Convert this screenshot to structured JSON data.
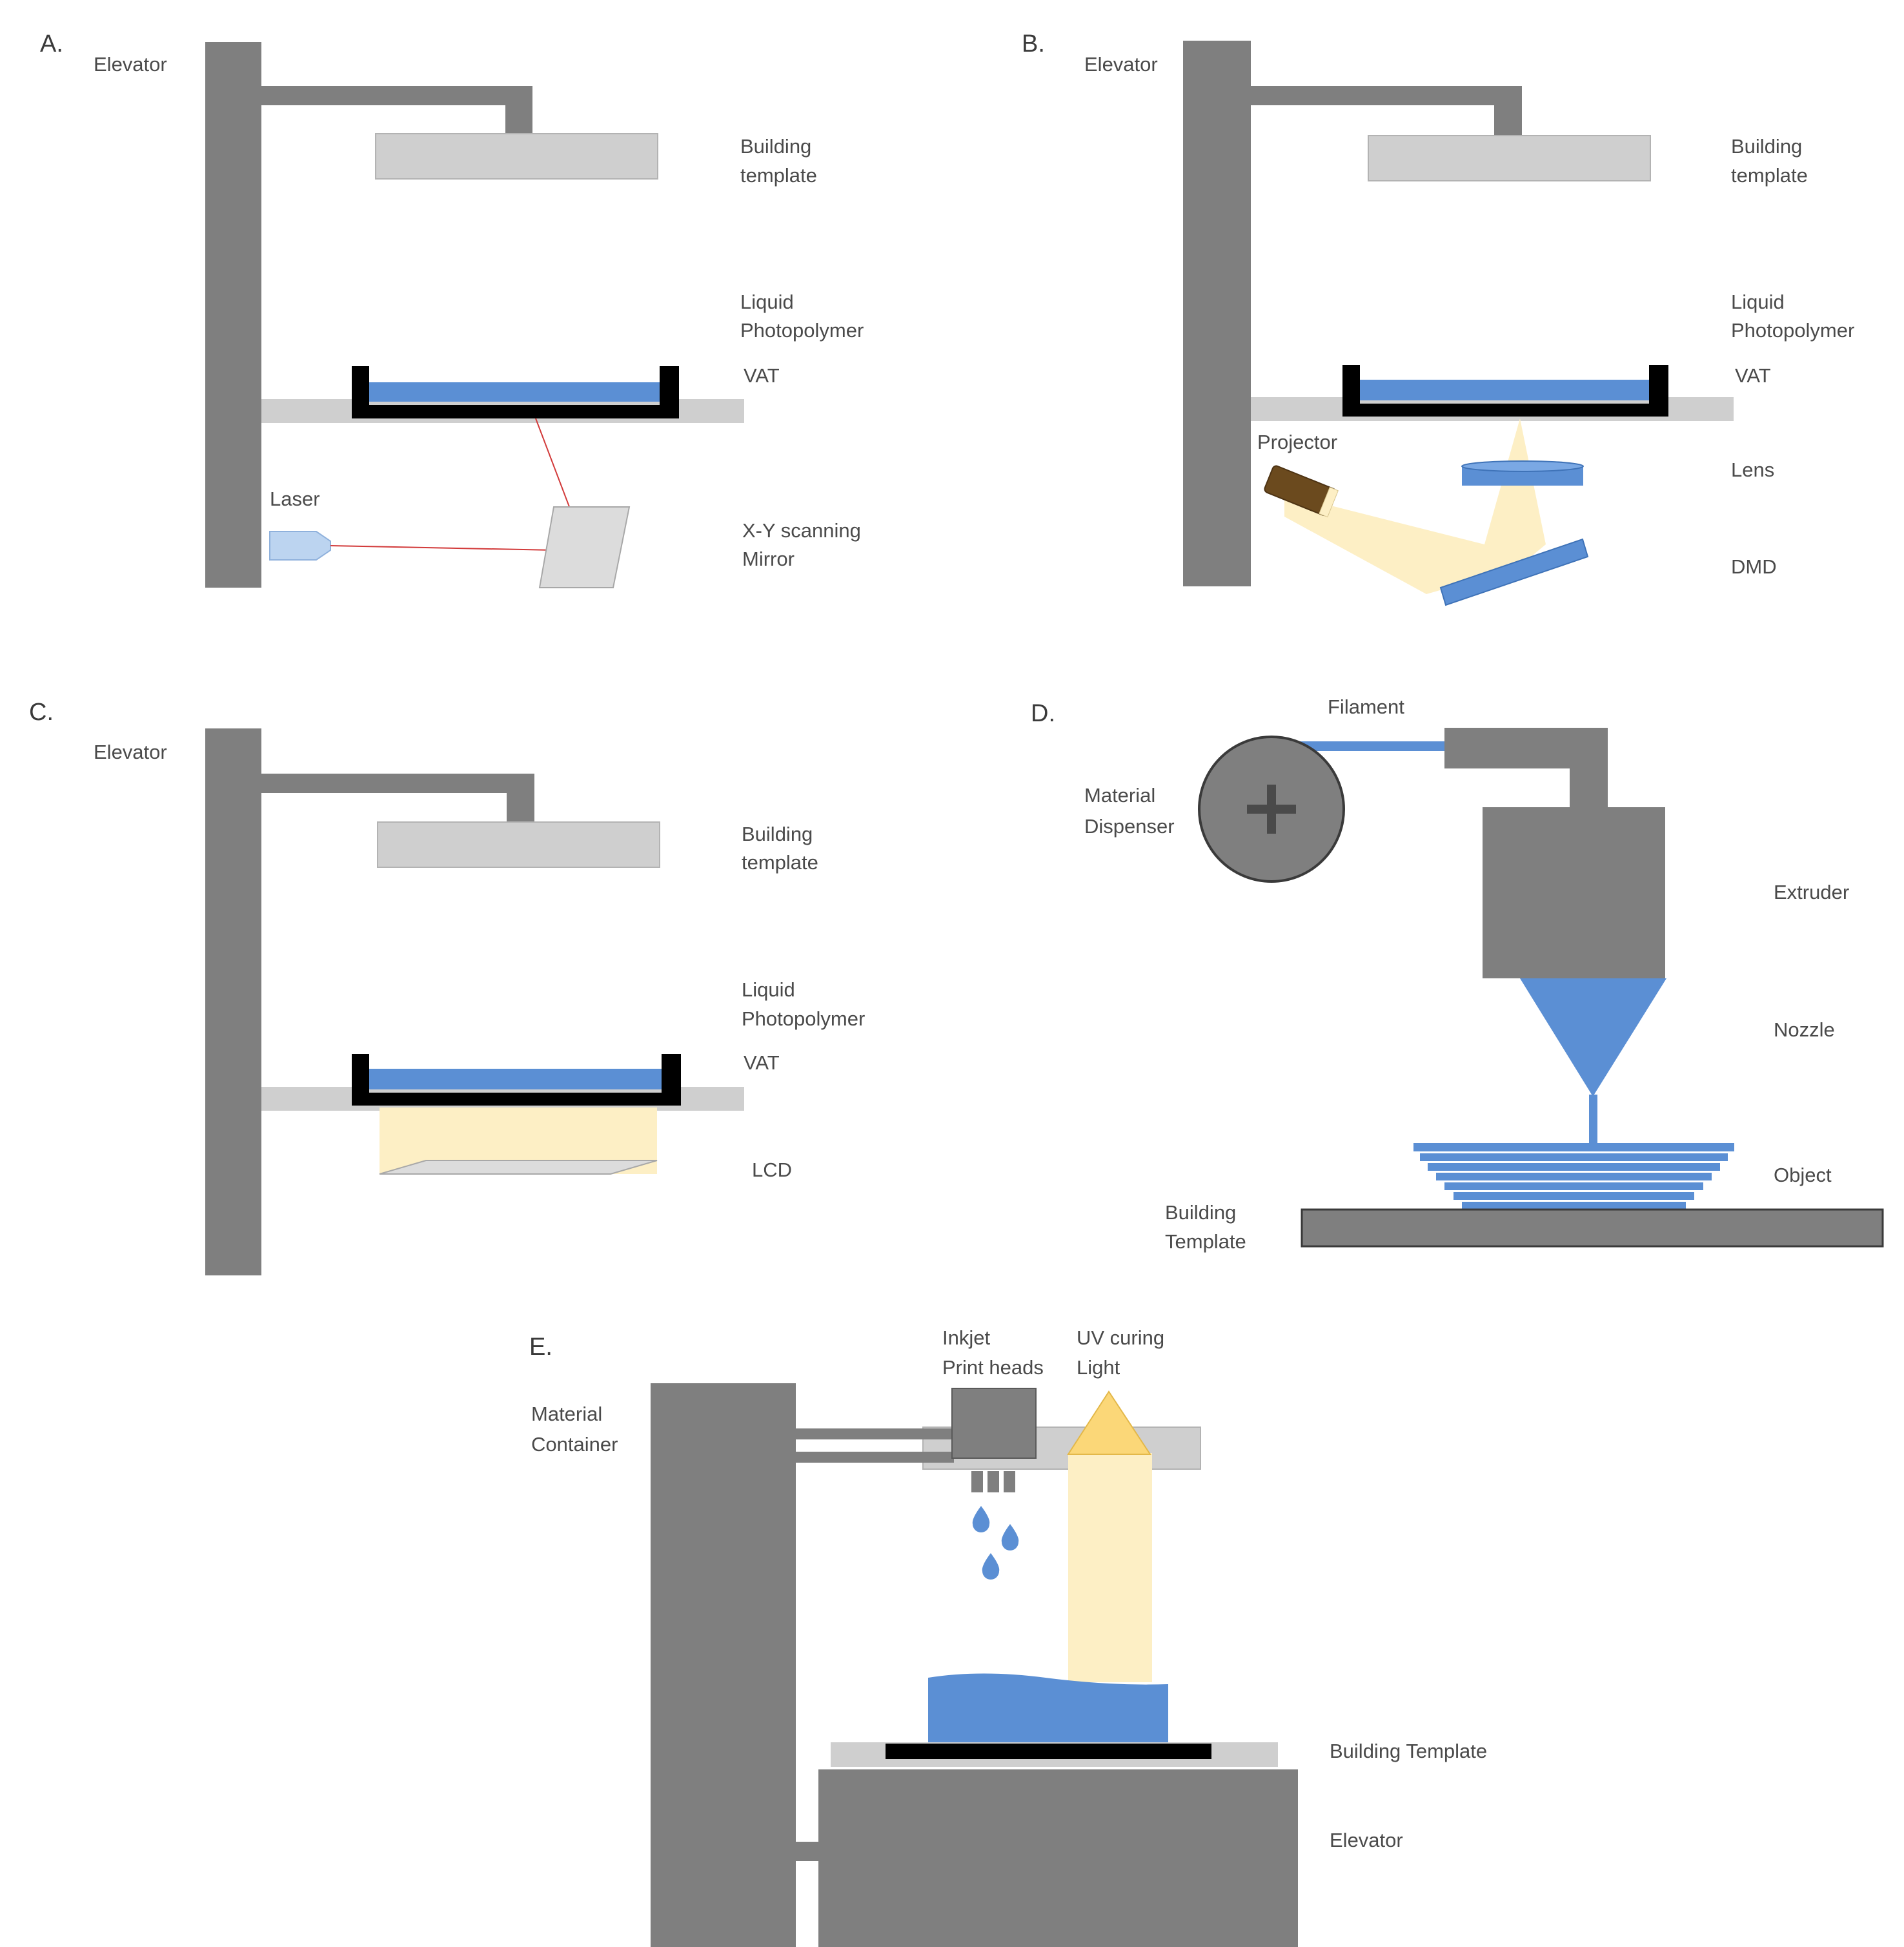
{
  "colors": {
    "structure": "#7f7f7f",
    "platform": "#cfcfcf",
    "vat": "#000000",
    "resin": "#5b8fd4",
    "light": "#fdefc5",
    "laser_beam": "#d23a3a",
    "text": "#4a4a4a"
  },
  "panels": {
    "a": {
      "letter": "A.",
      "elevator": "Elevator",
      "building_template": [
        "Building",
        "template"
      ],
      "liquid_photopolymer": [
        "Liquid",
        "Photopolymer"
      ],
      "vat": "VAT",
      "laser": "Laser",
      "mirror": [
        "X-Y scanning",
        "Mirror"
      ]
    },
    "b": {
      "letter": "B.",
      "elevator": "Elevator",
      "building_template": [
        "Building",
        "template"
      ],
      "liquid_photopolymer": [
        "Liquid",
        "Photopolymer"
      ],
      "vat": "VAT",
      "projector": "Projector",
      "lens": "Lens",
      "dmd": "DMD"
    },
    "c": {
      "letter": "C.",
      "elevator": "Elevator",
      "building_template": [
        "Building",
        "template"
      ],
      "liquid_photopolymer": [
        "Liquid",
        "Photopolymer"
      ],
      "vat": "VAT",
      "lcd": "LCD"
    },
    "d": {
      "letter": "D.",
      "filament": "Filament",
      "material_dispenser": [
        "Material",
        "Dispenser"
      ],
      "extruder": "Extruder",
      "nozzle": "Nozzle",
      "object": "Object",
      "building_template": [
        "Building",
        "Template"
      ]
    },
    "e": {
      "letter": "E.",
      "material_container": [
        "Material",
        "Container"
      ],
      "inkjet": [
        "Inkjet",
        "Print heads"
      ],
      "uv_light": [
        "UV curing",
        "Light"
      ],
      "building_template": "Building Template",
      "elevator": "Elevator"
    }
  }
}
